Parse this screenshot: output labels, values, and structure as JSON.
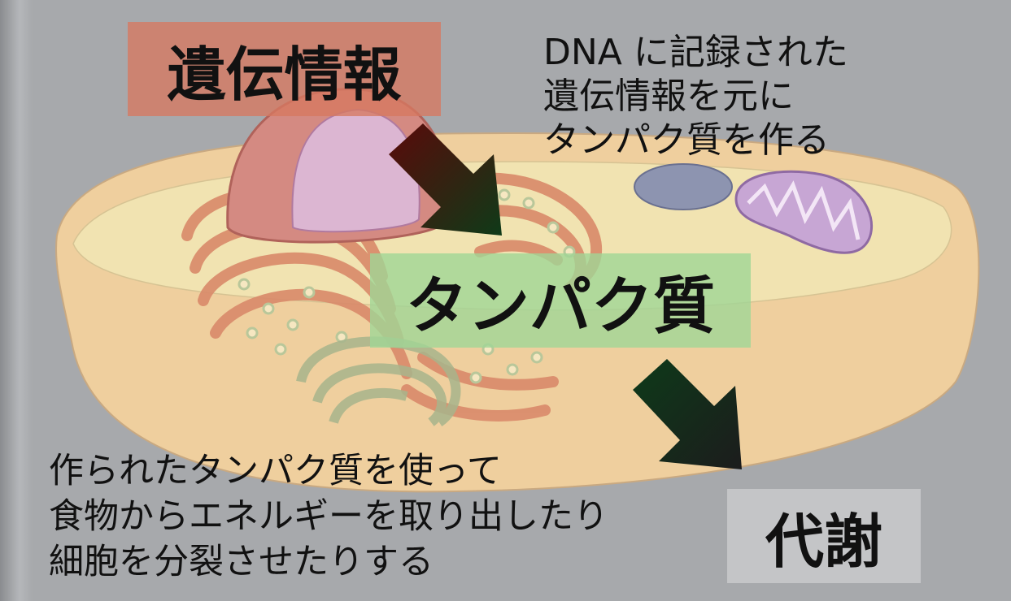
{
  "labels": {
    "genetic_info": "遺伝情報",
    "protein": "タンパク質",
    "metabolism": "代謝"
  },
  "descriptions": {
    "top": [
      "DNA に記録された",
      "遺伝情報を元に",
      "タンパク質を作る"
    ],
    "bottom": [
      "作られたタンパク質を使って",
      "食物からエネルギーを取り出したり",
      "細胞を分裂させたりする"
    ]
  },
  "colors": {
    "background": "#a7a9ac",
    "genetic_box": "#d67860",
    "protein_box": "#a0d696",
    "metabolism_box": "#c8c8ca",
    "arrow_start": "#5a0a0a",
    "arrow_end": "#0f3a18"
  }
}
